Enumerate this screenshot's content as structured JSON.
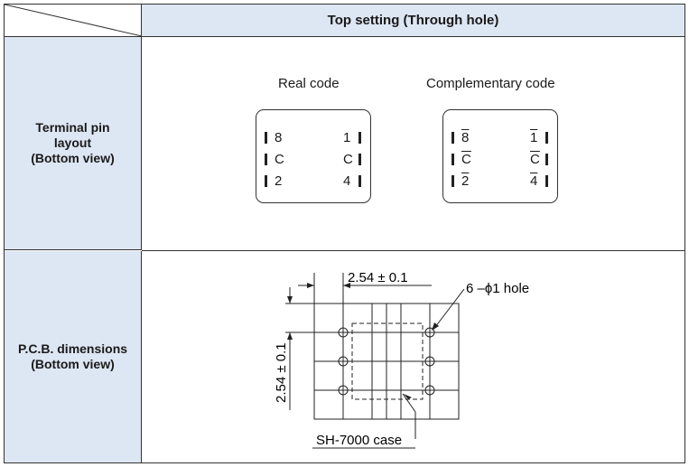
{
  "header": {
    "title": "Top setting (Through hole)"
  },
  "rows": [
    {
      "label": [
        "Terminal pin",
        "layout",
        "(Bottom view)"
      ]
    },
    {
      "label": [
        "P.C.B. dimensions",
        "(Bottom view)"
      ]
    }
  ],
  "terminal": {
    "real": {
      "caption": "Real code",
      "left": [
        "8",
        "C",
        "2"
      ],
      "right": [
        "1",
        "C",
        "4"
      ]
    },
    "complementary": {
      "caption": "Complementary code",
      "left": [
        "8",
        "C",
        "2"
      ],
      "right": [
        "1",
        "C",
        "4"
      ]
    }
  },
  "pcb": {
    "pitch_h": "2.54 ± 0.1",
    "pitch_v": "2.54 ± 0.1",
    "hole_label": "6 –ϕ1 hole",
    "case_label": "SH-7000 case"
  },
  "colors": {
    "label_bg": "#dde6f3",
    "border": "#333333"
  }
}
